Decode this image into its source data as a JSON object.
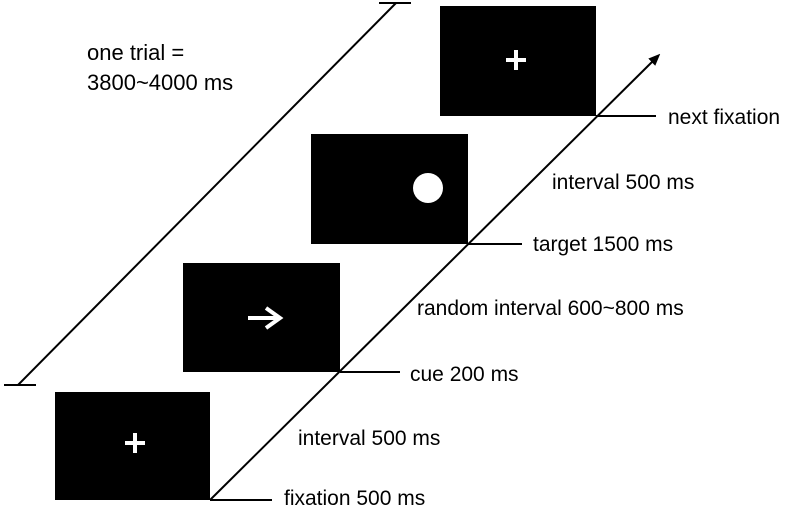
{
  "trial_duration": {
    "line1": "one trial =",
    "line2": "3800~4000 ms"
  },
  "events": [
    {
      "label": "fixation 500 ms",
      "screen_content": "plus-sign"
    },
    {
      "label": "interval 500 ms"
    },
    {
      "label": "cue 200 ms",
      "screen_content": "right-arrow"
    },
    {
      "label": "random interval 600~800 ms"
    },
    {
      "label": "target 1500 ms",
      "screen_content": "circle"
    },
    {
      "label": "interval 500 ms"
    },
    {
      "label": "next fixation",
      "screen_content": "plus-sign"
    }
  ],
  "colors": {
    "screen": "#000000",
    "stimulus": "#ffffff",
    "line": "#000000"
  }
}
